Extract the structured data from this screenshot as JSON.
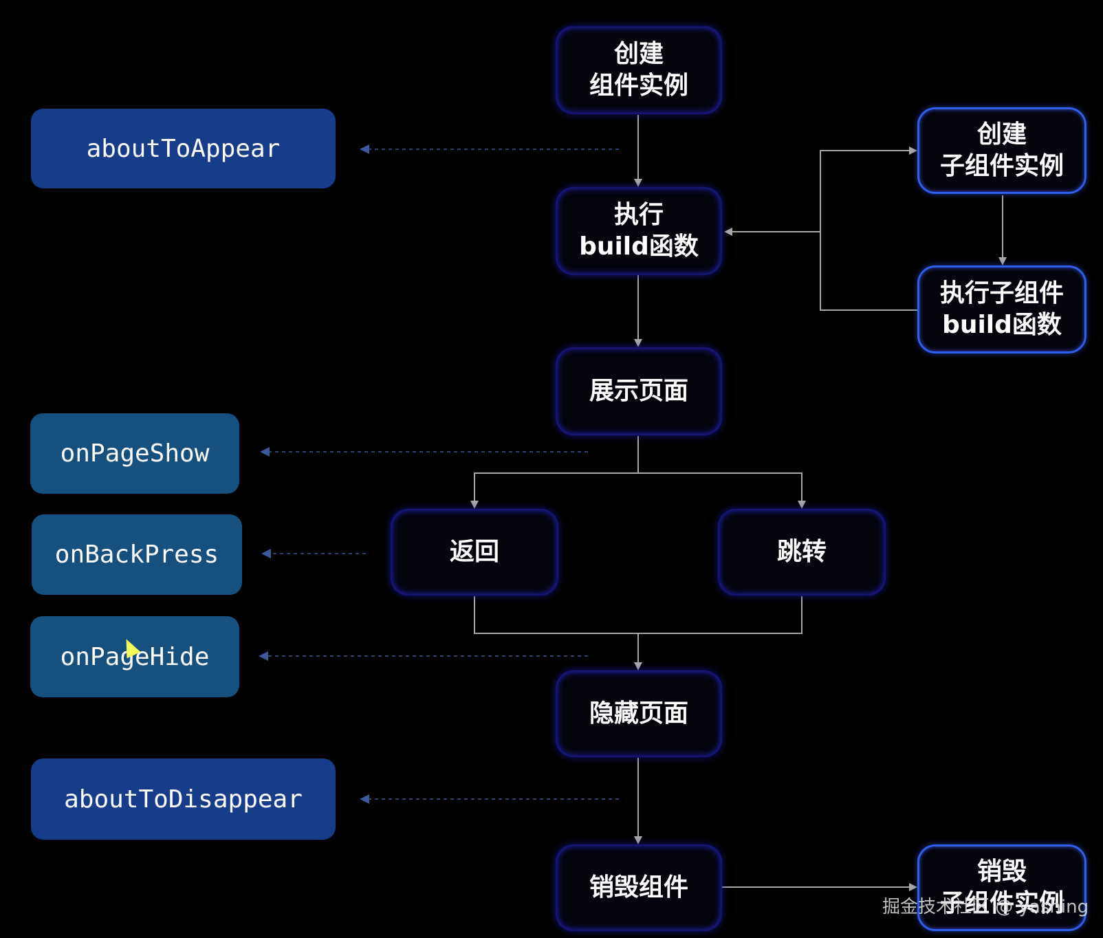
{
  "nodes": {
    "create_instance": "创建\n组件实例",
    "exec_build": "执行\nbuild函数",
    "show_page": "展示页面",
    "back": "返回",
    "jump": "跳转",
    "hide_page": "隐藏页面",
    "destroy_component": "销毁组件",
    "create_child": "创建\n子组件实例",
    "exec_child_build": "执行子组件\nbuild函数",
    "destroy_child": "销毁\n子组件实例"
  },
  "hooks": {
    "about_to_appear": "aboutToAppear",
    "on_page_show": "onPageShow",
    "on_back_press": "onBackPress",
    "on_page_hide": "onPageHide",
    "about_to_disappear": "aboutToDisappear"
  },
  "watermark": "掘金技术社区 @ yashing",
  "colors": {
    "background": "#000000",
    "hook_navy": "#163d8a",
    "hook_teal": "#15507f",
    "node_glow": "#2a2ad8",
    "arrow": "#a8a8a8",
    "dashed_arrow": "#3a5a9a"
  }
}
